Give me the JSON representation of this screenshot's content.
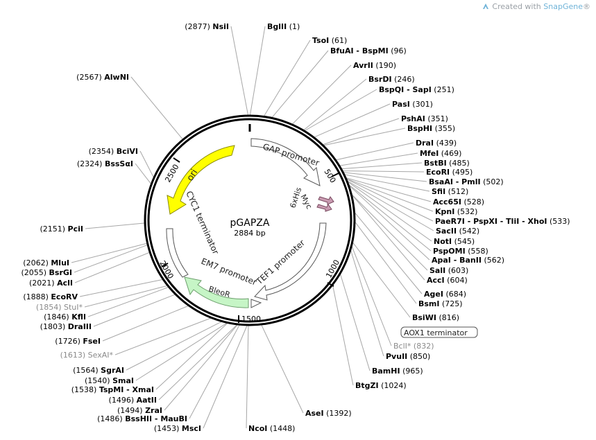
{
  "credit": {
    "prefix": "Created with ",
    "brand": "SnapGene",
    "mark": "®",
    "icon": "snapgene-logo-icon"
  },
  "plasmid": {
    "name": "pGAPZA",
    "length_label": "2884 bp",
    "length": 2884
  },
  "ticks": [
    "500",
    "1000",
    "1500",
    "2000",
    "2500"
  ],
  "features": [
    {
      "id": "gap-promoter",
      "label": "GAP promoter",
      "color": "#ffffff"
    },
    {
      "id": "myc",
      "label": "Myc",
      "color": "#c99bb1"
    },
    {
      "id": "his",
      "label": "6xHis",
      "color": "#c99bb1"
    },
    {
      "id": "tef1-promoter",
      "label": "TEF1 promoter",
      "color": "#ffffff"
    },
    {
      "id": "em7-promoter",
      "label": "EM7 promoter",
      "color": "#ffffff"
    },
    {
      "id": "bleor",
      "label": "BleoR",
      "color": "#c6f5c6"
    },
    {
      "id": "cyc1-terminator",
      "label": "CYC1 terminator",
      "color": "#ffffff"
    },
    {
      "id": "ori",
      "label": "ori",
      "color": "#ffff00"
    },
    {
      "id": "aox1-terminator",
      "label": "AOX1 terminator",
      "color": "#ffffff"
    }
  ],
  "sites_right": [
    {
      "name": "BglII",
      "pos": "(1)"
    },
    {
      "name": "TsoI",
      "pos": "(61)"
    },
    {
      "name": "BfuAI - BspMI",
      "pos": "(96)"
    },
    {
      "name": "AvrII",
      "pos": "(190)"
    },
    {
      "name": "BsrDI",
      "pos": "(246)"
    },
    {
      "name": "BspQI - SapI",
      "pos": "(251)"
    },
    {
      "name": "PasI",
      "pos": "(301)"
    },
    {
      "name": "PshAI",
      "pos": "(351)"
    },
    {
      "name": "BspHI",
      "pos": "(355)"
    },
    {
      "name": "DraI",
      "pos": "(439)"
    },
    {
      "name": "MfeI",
      "pos": "(469)"
    },
    {
      "name": "BstBI",
      "pos": "(485)"
    },
    {
      "name": "EcoRI",
      "pos": "(495)"
    },
    {
      "name": "BsaAI - PmlI",
      "pos": "(502)"
    },
    {
      "name": "SfiI",
      "pos": "(512)"
    },
    {
      "name": "Acc65I",
      "pos": "(528)"
    },
    {
      "name": "KpnI",
      "pos": "(532)"
    },
    {
      "name": "PaeR7I - PspXI - TliI - XhoI",
      "pos": "(533)"
    },
    {
      "name": "SacII",
      "pos": "(542)"
    },
    {
      "name": "NotI",
      "pos": "(545)"
    },
    {
      "name": "PspOMI",
      "pos": "(558)"
    },
    {
      "name": "ApaI - BanII",
      "pos": "(562)"
    },
    {
      "name": "SalI",
      "pos": "(603)"
    },
    {
      "name": "AccI",
      "pos": "(604)"
    },
    {
      "name": "AgeI",
      "pos": "(684)"
    },
    {
      "name": "BsmI",
      "pos": "(725)"
    },
    {
      "name": "BsiWI",
      "pos": "(816)"
    },
    {
      "name": "BclI*",
      "pos": "(832)",
      "gray": true
    },
    {
      "name": "PvuII",
      "pos": "(850)"
    },
    {
      "name": "BamHI",
      "pos": "(965)"
    },
    {
      "name": "BtgZI",
      "pos": "(1024)"
    },
    {
      "name": "AseI",
      "pos": "(1392)"
    },
    {
      "name": "NcoI",
      "pos": "(1448)"
    }
  ],
  "sites_left": [
    {
      "name": "NsiI",
      "pos": "(2877)"
    },
    {
      "name": "AlwNI",
      "pos": "(2567)"
    },
    {
      "name": "BciVI",
      "pos": "(2354)"
    },
    {
      "name": "BssSαI",
      "pos": "(2324)"
    },
    {
      "name": "PciI",
      "pos": "(2151)"
    },
    {
      "name": "MluI",
      "pos": "(2062)"
    },
    {
      "name": "BsrGI",
      "pos": "(2055)"
    },
    {
      "name": "AclI",
      "pos": "(2021)"
    },
    {
      "name": "EcoRV",
      "pos": "(1888)"
    },
    {
      "name": "StuI*",
      "pos": "(1854)",
      "gray": true
    },
    {
      "name": "KflI",
      "pos": "(1846)"
    },
    {
      "name": "DraIII",
      "pos": "(1803)"
    },
    {
      "name": "FseI",
      "pos": "(1726)"
    },
    {
      "name": "SexAI*",
      "pos": "(1613)",
      "gray": true
    },
    {
      "name": "SgrAI",
      "pos": "(1564)"
    },
    {
      "name": "SmaI",
      "pos": "(1540)"
    },
    {
      "name": "TspMI - XmaI",
      "pos": "(1538)"
    },
    {
      "name": "AatII",
      "pos": "(1496)"
    },
    {
      "name": "ZraI",
      "pos": "(1494)"
    },
    {
      "name": "BssHII - MauBI",
      "pos": "(1486)"
    },
    {
      "name": "MscI",
      "pos": "(1453)"
    }
  ]
}
